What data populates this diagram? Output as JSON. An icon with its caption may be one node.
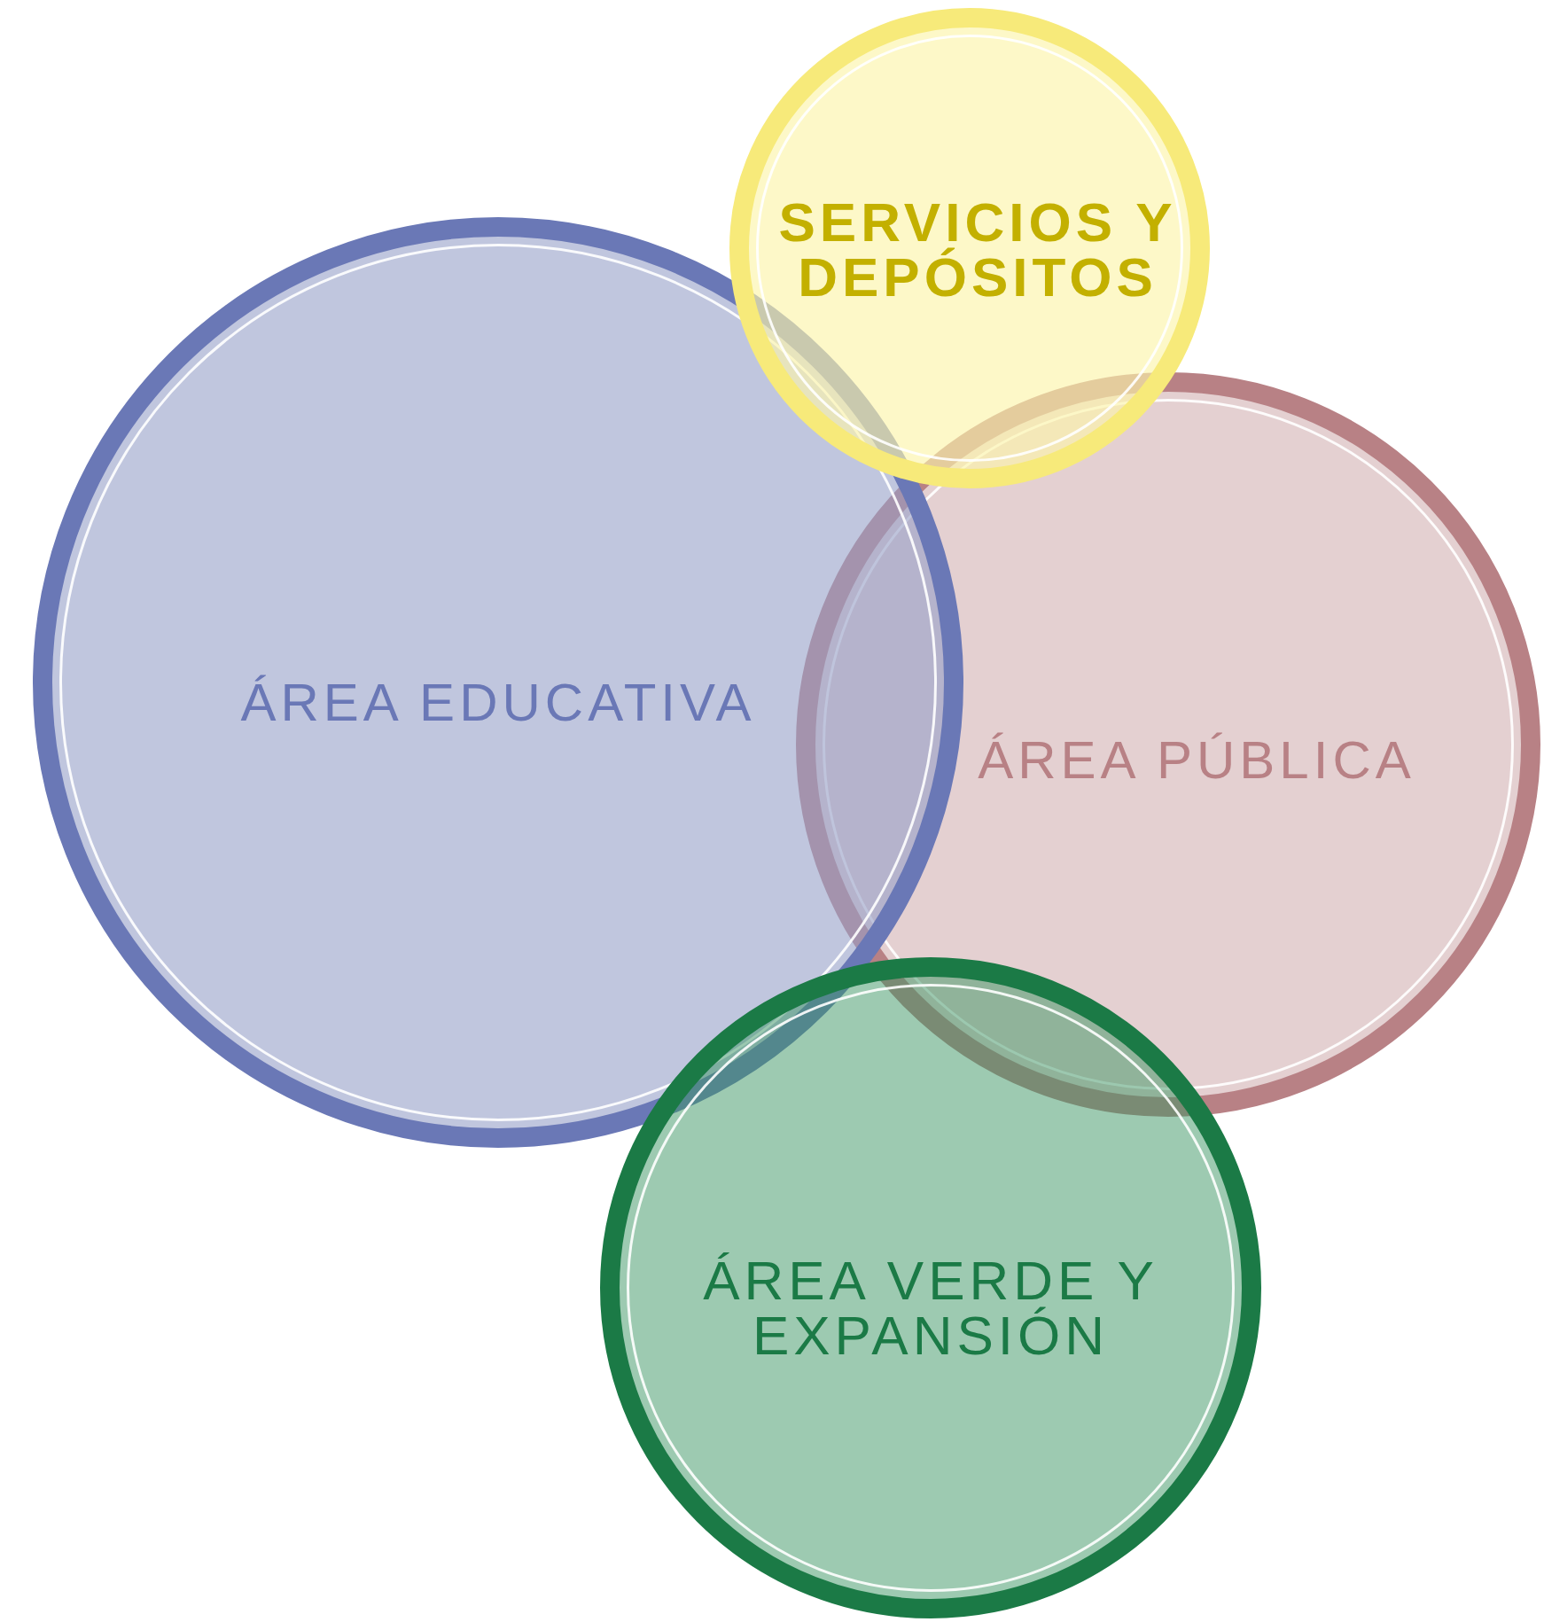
{
  "diagram": {
    "nodes": [
      {
        "text": [
          "SERVICIOS Y DEPÓSITOS"
        ]
      },
      {
        "text": [
          "ÁREA EDUCATIVA"
        ]
      },
      {
        "text": [
          "ÁREA PÚBLICA"
        ]
      },
      {
        "text": [
          "ÁREA VERDE Y EXPANSIÓN"
        ]
      }
    ]
  }
}
